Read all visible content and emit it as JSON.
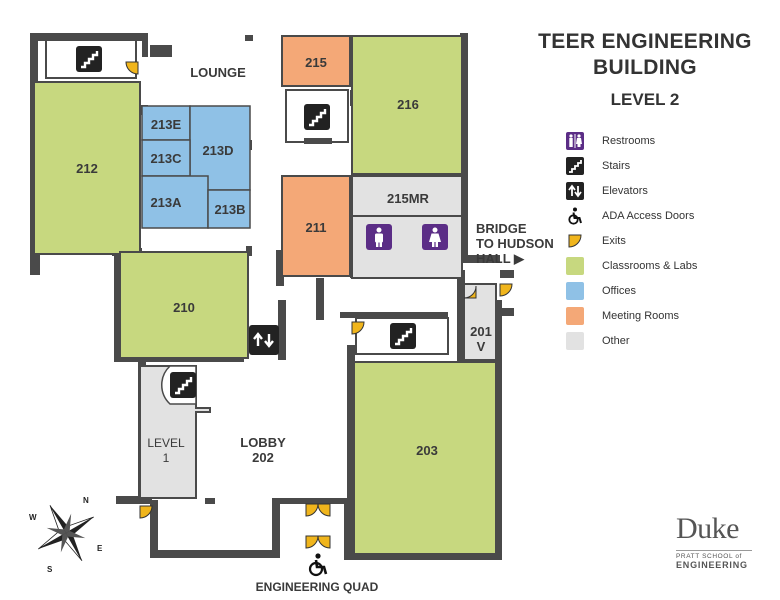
{
  "header": {
    "title_line1": "TEER ENGINEERING",
    "title_line2": "BUILDING",
    "level": "LEVEL 2"
  },
  "colors": {
    "classroom": "#c7d87f",
    "office": "#8fc1e6",
    "meeting": "#f4a877",
    "other": "#e2e2e2",
    "wall": "#4a4a4a",
    "icon_purple": "#5b2d86",
    "exit_yellow": "#f0b51c"
  },
  "legend": [
    {
      "icon": "restrooms-icon",
      "label": "Restrooms"
    },
    {
      "icon": "stairs-icon",
      "label": "Stairs"
    },
    {
      "icon": "elevators-icon",
      "label": "Elevators"
    },
    {
      "icon": "ada-access-icon",
      "label": "ADA Access Doors"
    },
    {
      "icon": "exit-icon",
      "label": "Exits"
    },
    {
      "icon": "classroom-swatch",
      "label": "Classrooms & Labs"
    },
    {
      "icon": "office-swatch",
      "label": "Offices"
    },
    {
      "icon": "meeting-swatch",
      "label": "Meeting Rooms"
    },
    {
      "icon": "other-swatch",
      "label": "Other"
    }
  ],
  "rooms": {
    "r212": "212",
    "r210": "210",
    "r213e": "213E",
    "r213d": "213D",
    "r213c": "213C",
    "r213a": "213A",
    "r213b": "213B",
    "r215": "215",
    "r216": "216",
    "r211": "211",
    "r215mr": "215MR",
    "r203": "203",
    "r201v_a": "201",
    "r201v_b": "V",
    "lounge": "LOUNGE",
    "lobby_a": "LOBBY",
    "lobby_b": "202",
    "level1_a": "LEVEL",
    "level1_b": "1",
    "bridge_a": "BRIDGE",
    "bridge_b": "TO HUDSON",
    "bridge_c": "HALL ▶",
    "quad": "ENGINEERING QUAD"
  },
  "compass": {
    "n": "N",
    "s": "S",
    "e": "E",
    "w": "W"
  },
  "logo": {
    "name": "Duke",
    "school": "PRATT SCHOOL of",
    "dept": "ENGINEERING"
  }
}
